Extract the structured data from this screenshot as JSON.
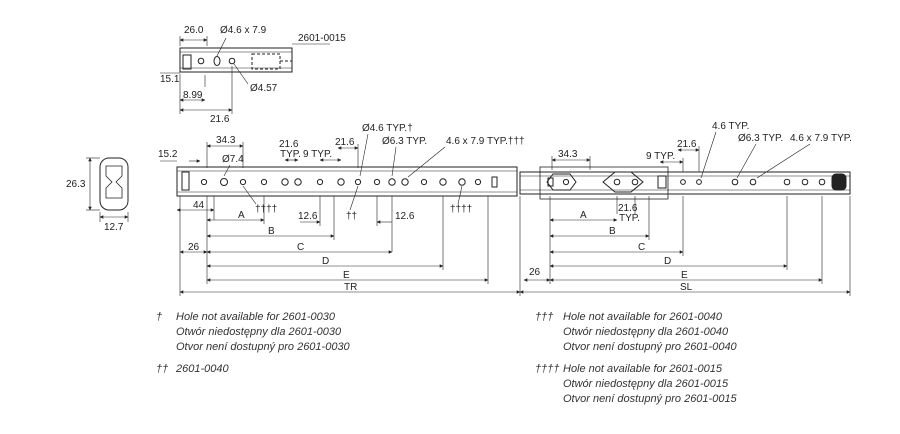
{
  "detail": {
    "dim_top": "26.0",
    "hole_top": "Ø4.6 x 7.9",
    "part_no": "2601-0015",
    "dim_left": "15.1",
    "dim_a": "8.99",
    "hole_bottom": "Ø4.57",
    "dim_b": "21.6"
  },
  "section": {
    "height": "26.3",
    "width": "12.7"
  },
  "rail_left": {
    "d_15_2": "15.2",
    "d_34_3": "34.3",
    "hole_7_4": "Ø7.4",
    "d_21_6": "21.6",
    "typ": "TYP.",
    "d_9_typ": "9 TYP.",
    "d_21_6b": "21.6",
    "hole_46_typ": "Ø4.6 TYP.†",
    "hole_63_typ": "Ø6.3 TYP.",
    "slot_typ": "4.6 x 7.9 TYP.†††",
    "d_44": "44",
    "mark_a": "††††",
    "mark_b": "††",
    "mark_c": "††††",
    "d_12_6a": "12.6",
    "d_12_6b": "12.6"
  },
  "rail_right": {
    "d_34_3": "34.3",
    "d_9_typ": "9 TYP.",
    "d_21_6": "21.6",
    "hole_46_typ": "4.6 TYP.",
    "hole_63_typ": "Ø6.3 TYP.",
    "slot_typ": "4.6 x 7.9 TYP.",
    "d_21_6_typ": "21.6",
    "typ": "TYP."
  },
  "letters": {
    "A": "A",
    "B": "B",
    "C": "C",
    "D": "D",
    "E": "E",
    "d_26": "26",
    "TR": "TR",
    "SL": "SL"
  },
  "notes_left": [
    {
      "mark": "†",
      "lines": [
        "Hole not available for 2601-0030",
        "Otwór niedostępny dla 2601-0030",
        "Otvor není dostupný pro 2601-0030"
      ]
    },
    {
      "mark": "††",
      "lines": [
        "2601-0040"
      ]
    }
  ],
  "notes_right": [
    {
      "mark": "†††",
      "lines": [
        "Hole not available for 2601-0040",
        "Otwór niedostępny dla 2601-0040",
        "Otvor není dostupný pro 2601-0040"
      ]
    },
    {
      "mark": "††††",
      "lines": [
        "Hole not available for 2601-0015",
        "Otwór niedostępny dla 2601-0015",
        "Otvor není dostupný pro 2601-0015"
      ]
    }
  ]
}
